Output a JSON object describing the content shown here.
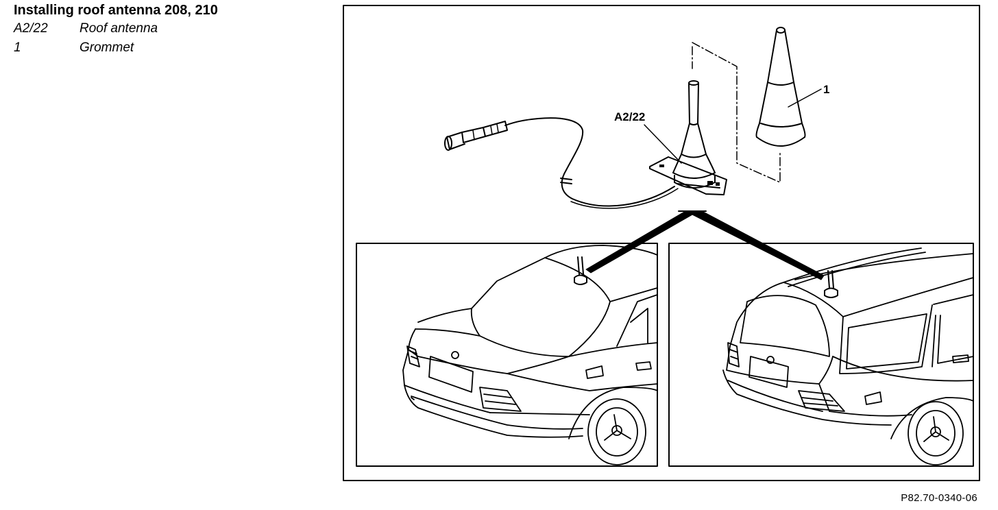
{
  "legend": {
    "title": "Installing roof antenna 208, 210",
    "items": [
      {
        "code": "A2/22",
        "label": "Roof antenna"
      },
      {
        "code": "1",
        "label": "Grommet"
      }
    ]
  },
  "callouts": {
    "antenna": "A2/22",
    "grommet": "1"
  },
  "figure_id": "P82.70-0340-06"
}
